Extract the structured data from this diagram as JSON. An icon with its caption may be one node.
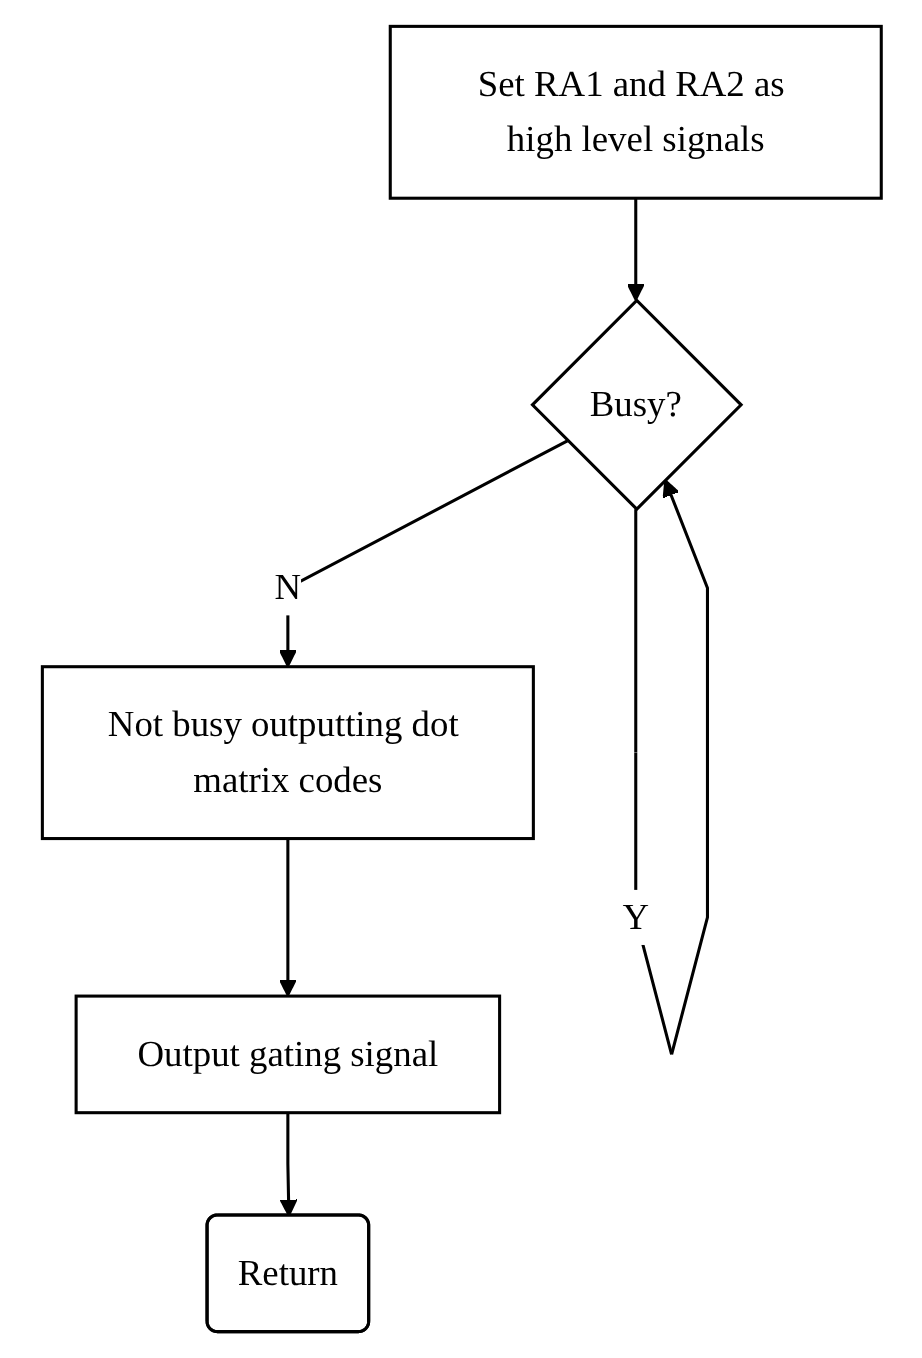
{
  "diagram": {
    "nodes": [
      {
        "text": [
          "Set RA1 and RA2 as high level signals"
        ]
      },
      {
        "text": [
          "Busy?"
        ]
      },
      {
        "text": [
          "Not busy outputting dot matrix codes"
        ]
      },
      {
        "text": [
          "Output gating signal"
        ]
      },
      {
        "text": [
          "Return"
        ]
      }
    ],
    "edges": [
      {
        "from": 0,
        "to": 1,
        "arrow": "to"
      },
      {
        "from": 1,
        "to": 1,
        "label": "Y",
        "arrow": "to"
      },
      {
        "from": 1,
        "to": 2,
        "label": "N",
        "arrow": "to"
      },
      {
        "from": 2,
        "to": 3,
        "arrow": "to"
      },
      {
        "from": 3,
        "to": 4,
        "arrow": "to"
      }
    ]
  }
}
